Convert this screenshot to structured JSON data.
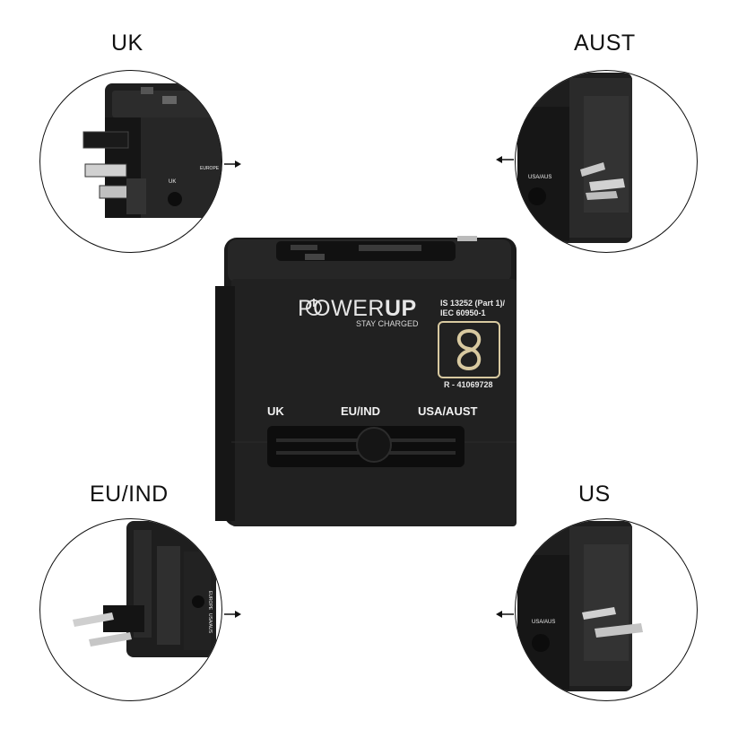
{
  "labels": {
    "uk": "UK",
    "aust": "AUST",
    "eu_ind": "EU/IND",
    "us": "US"
  },
  "main_device": {
    "brand_light": "POWER",
    "brand_bold": "UP",
    "tagline": "STAY CHARGED",
    "cert_line1": "IS 13252 (Part 1)/",
    "cert_line2": "IEC 60950-1",
    "reg_number": "R - 41069728",
    "slider_labels": [
      "UK",
      "EU/IND",
      "USA/AUST"
    ]
  },
  "detail_texts": {
    "uk_circle_uk": "UK",
    "uk_circle_europe": "EUROPE",
    "aust_circle": "USA/AUS",
    "eu_circle_europe": "EUROPE",
    "eu_circle_usaus": "USA/AUS",
    "us_circle": "USA/AUS"
  },
  "colors": {
    "device_body": "#1c1c1c",
    "device_face": "#232323",
    "accent_gold": "#d8c9a0",
    "plug_metal": "#c9c9c9"
  }
}
